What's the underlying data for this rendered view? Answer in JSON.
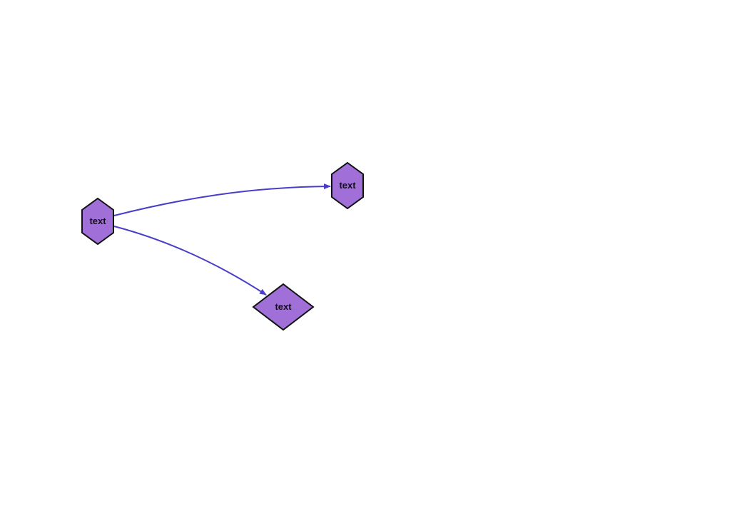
{
  "colors": {
    "node_fill": "#a070d8",
    "node_stroke": "#111111",
    "edge": "#4a3ec8",
    "background": "#ffffff"
  },
  "nodes": [
    {
      "id": "n1",
      "shape": "hexagon",
      "label": "text"
    },
    {
      "id": "n2",
      "shape": "hexagon",
      "label": "text"
    },
    {
      "id": "n3",
      "shape": "diamond",
      "label": "text"
    }
  ],
  "edges": [
    {
      "from": "n1",
      "to": "n2",
      "directed": true
    },
    {
      "from": "n1",
      "to": "n3",
      "directed": true
    }
  ]
}
